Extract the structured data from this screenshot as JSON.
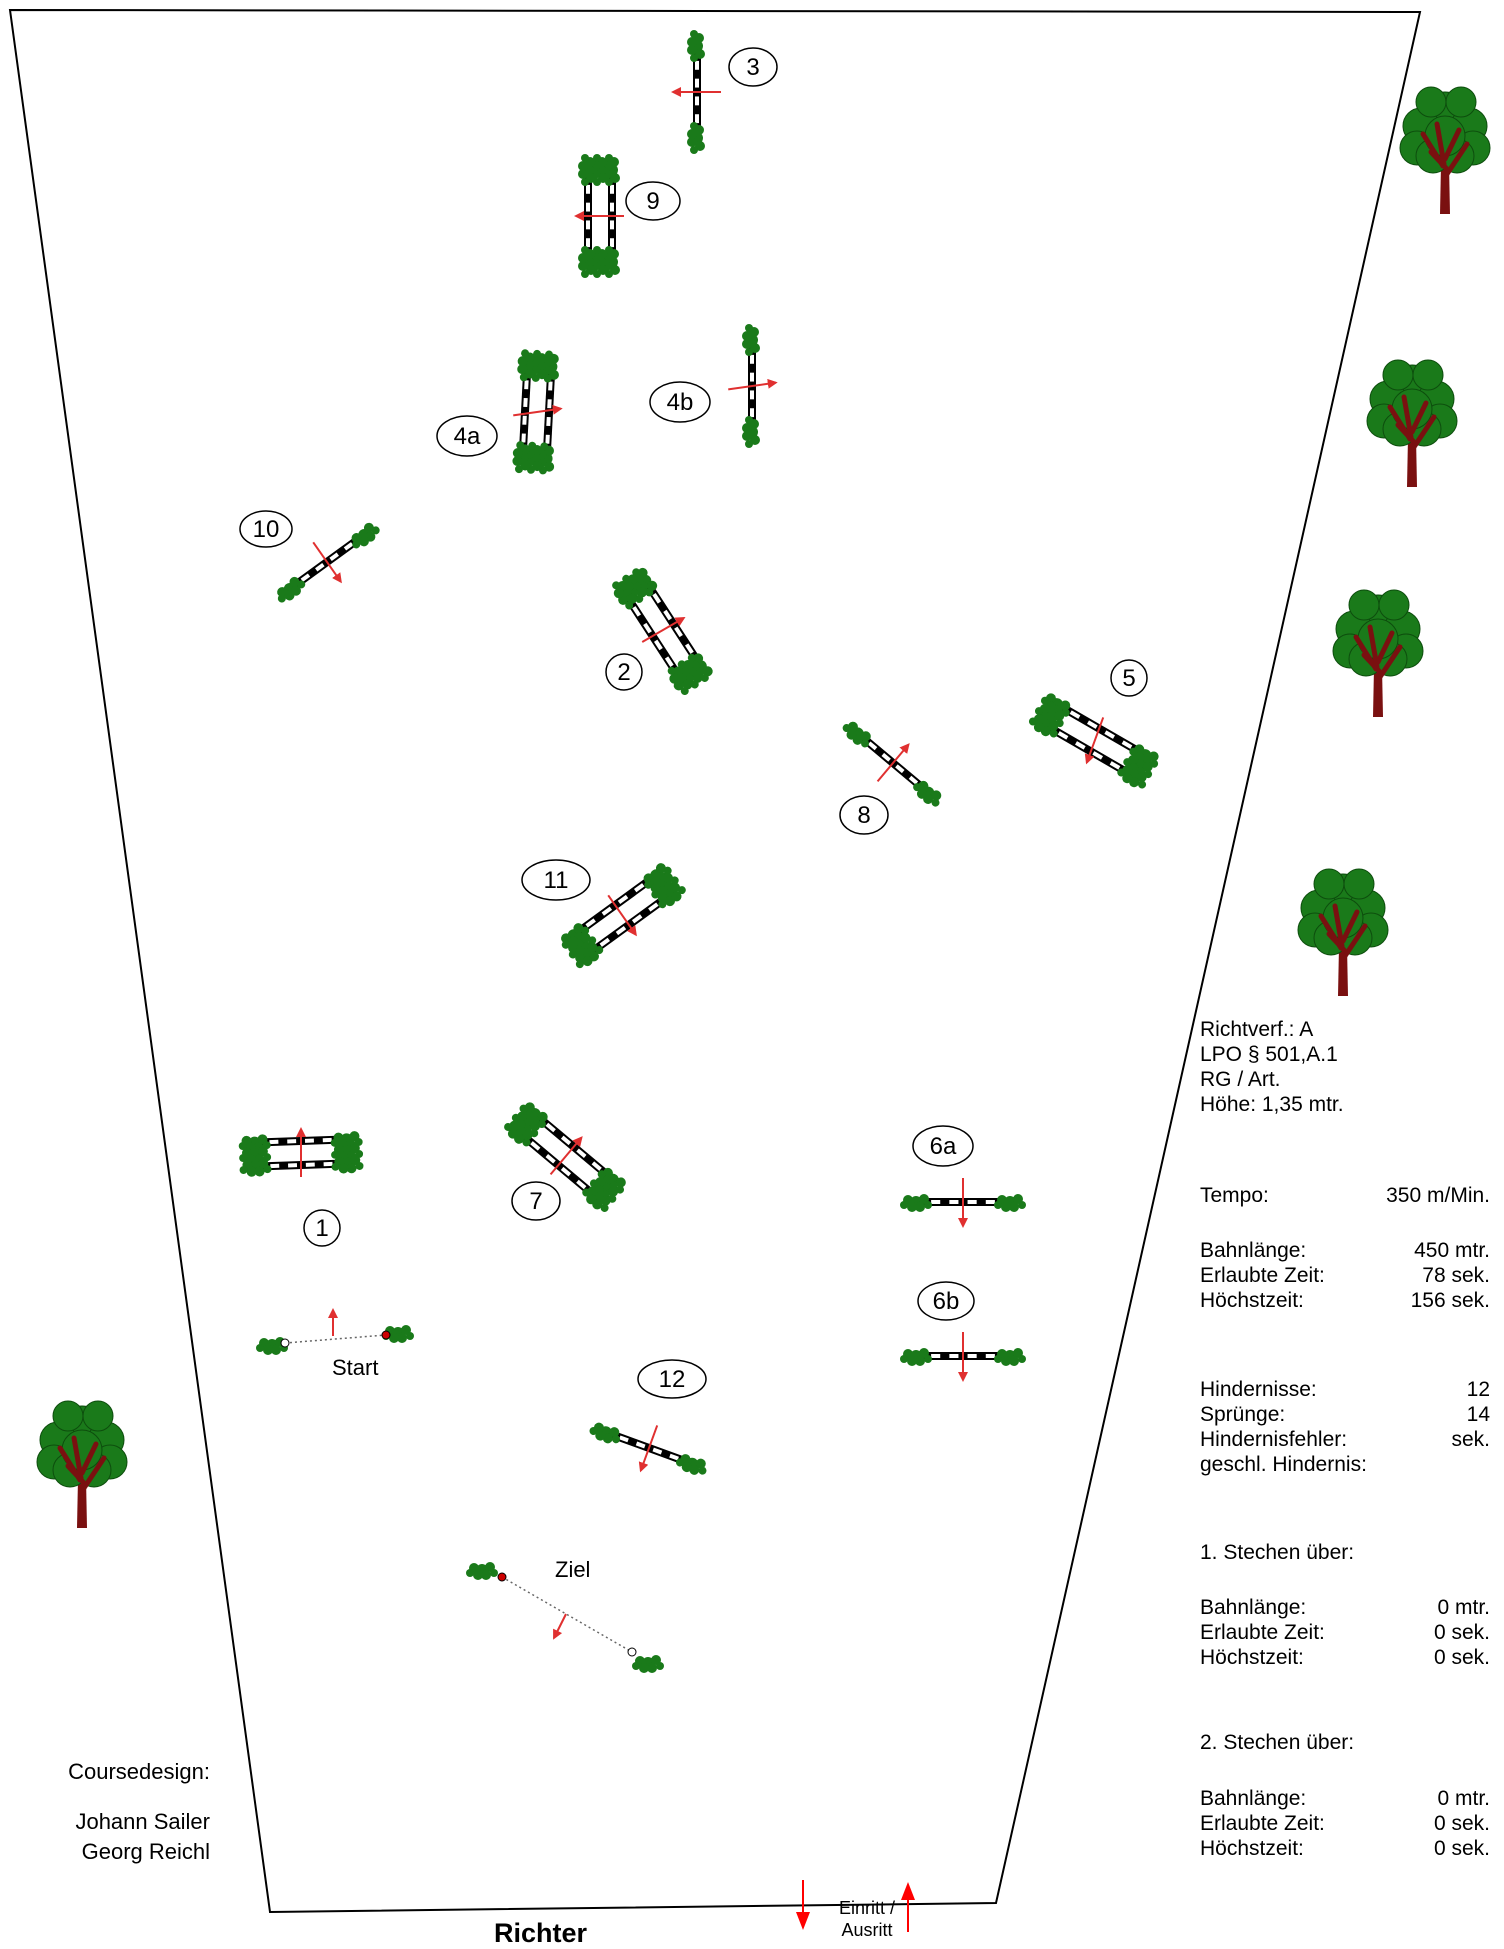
{
  "colors": {
    "foliage": "#1a7a1a",
    "trunk": "#7a1010",
    "arrow": "#e03030",
    "rail": "#000000"
  },
  "arena": {
    "bottom_label": "Richter",
    "gate_label_1": "Einritt /",
    "gate_label_2": "Ausritt"
  },
  "obstacles": [
    {
      "id": "1",
      "type": "oxer"
    },
    {
      "id": "2",
      "type": "oxer"
    },
    {
      "id": "3",
      "type": "vertical"
    },
    {
      "id": "4a",
      "type": "oxer"
    },
    {
      "id": "4b",
      "type": "vertical"
    },
    {
      "id": "5",
      "type": "oxer"
    },
    {
      "id": "6a",
      "type": "vertical"
    },
    {
      "id": "6b",
      "type": "vertical"
    },
    {
      "id": "7",
      "type": "oxer"
    },
    {
      "id": "8",
      "type": "vertical"
    },
    {
      "id": "9",
      "type": "oxer"
    },
    {
      "id": "10",
      "type": "vertical"
    },
    {
      "id": "11",
      "type": "oxer"
    },
    {
      "id": "12",
      "type": "vertical"
    }
  ],
  "markers": {
    "start_label": "Start",
    "finish_label": "Ziel"
  },
  "info": {
    "richtverf": "Richtverf.: A",
    "lpo": "LPO § 501,A.1",
    "rg": "RG / Art.",
    "hoehe": "Höhe: 1,35  mtr.",
    "tempo_label": "Tempo:",
    "tempo_value": "350  m/Min.",
    "bahnlaenge_label": "Bahnlänge:",
    "bahnlaenge_value": "450  mtr.",
    "erlaubte_label": "Erlaubte Zeit:",
    "erlaubte_value": "78  sek.",
    "hoechst_label": "Höchstzeit:",
    "hoechst_value": "156  sek.",
    "hindernisse_label": "Hindernisse:",
    "hindernisse_value": "12",
    "spruenge_label": "Sprünge:",
    "spruenge_value": "14",
    "fehler_label": "Hindernisfehler:",
    "fehler_value": "sek.",
    "geschl_label": "geschl. Hindernis:",
    "stechen1_title": "1. Stechen über:",
    "s1_bahn_label": "Bahnlänge:",
    "s1_bahn_value": "0  mtr.",
    "s1_erl_label": "Erlaubte Zeit:",
    "s1_erl_value": "0  sek.",
    "s1_hoe_label": "Höchstzeit:",
    "s1_hoe_value": "0  sek.",
    "stechen2_title": "2. Stechen über:",
    "s2_bahn_label": "Bahnlänge:",
    "s2_bahn_value": "0  mtr.",
    "s2_erl_label": "Erlaubte Zeit:",
    "s2_erl_value": "0  sek.",
    "s2_hoe_label": "Höchstzeit:",
    "s2_hoe_value": "0  sek."
  },
  "credits": {
    "title": "Coursedesign:",
    "designer_1": "Johann Sailer",
    "designer_2": "Georg Reichl"
  }
}
